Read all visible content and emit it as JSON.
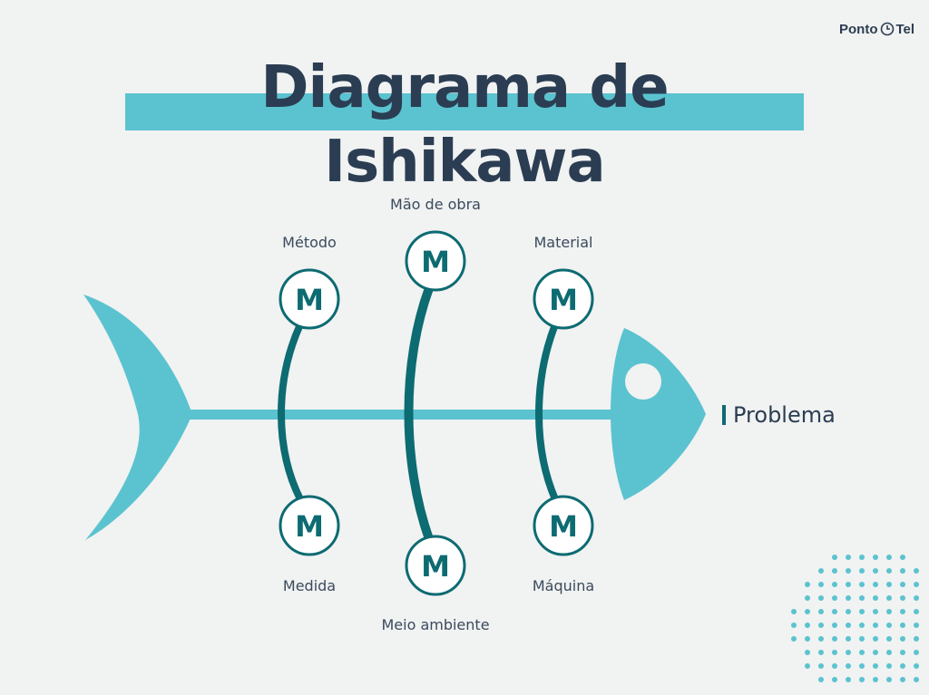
{
  "title": "Diagrama de Ishikawa",
  "logo": {
    "part1": "Ponto",
    "part2": "Tel"
  },
  "problem": "Problema",
  "node_letter": "M",
  "causes": {
    "metodo": "Método",
    "mao_de_obra": "Mão de obra",
    "material": "Material",
    "medida": "Medida",
    "meio_ambiente": "Meio ambiente",
    "maquina": "Máquina"
  },
  "colors": {
    "fish": "#5bc3d0",
    "bones": "#0d6b72",
    "title_text": "#2b3d52",
    "background": "#f1f2f2"
  }
}
